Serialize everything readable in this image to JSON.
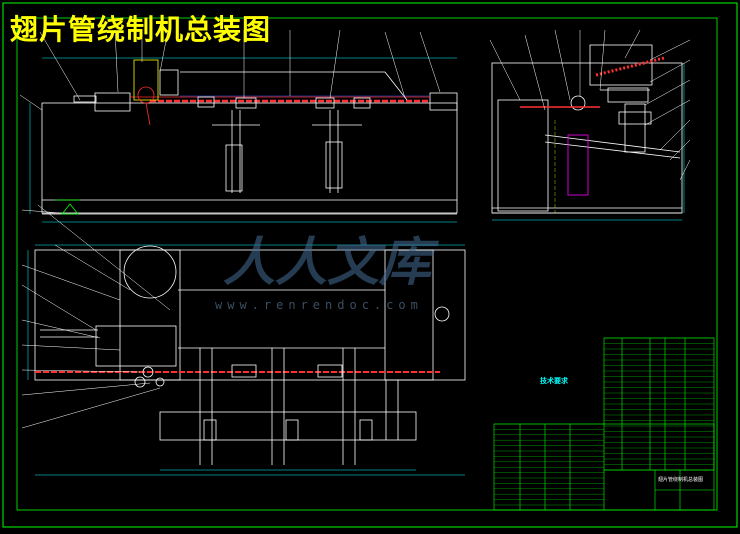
{
  "drawing": {
    "title": "翅片管绕制机总装图",
    "colors": {
      "background": "#000000",
      "title": "#ffff00",
      "outline": "#ffffff",
      "frame": "#00ff00",
      "dimension": "#00ffff",
      "part": "#ff3030",
      "leader": "#ffffff",
      "hatch": "#ff00ff",
      "blue": "#3060ff"
    }
  },
  "watermark": {
    "brand": "人人文库",
    "url": "www.renrendoc.com"
  },
  "technical_notes": {
    "heading": "技术要求"
  },
  "title_block": {
    "drawing_name": "翅片管绕制机总装图"
  }
}
